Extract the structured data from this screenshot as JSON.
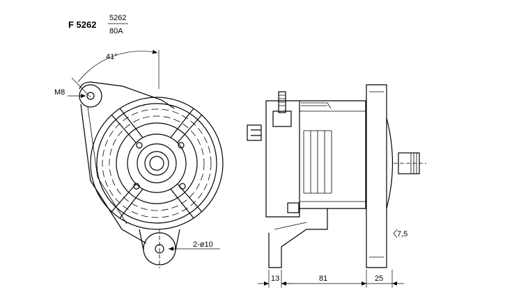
{
  "header": {
    "part_number": "F 5262",
    "fraction_top": "5262",
    "fraction_bottom": "80A"
  },
  "front_view": {
    "angle_label": "41°",
    "thread_label": "M8",
    "hole_label": "2-ø10"
  },
  "side_view": {
    "dim_left": "13",
    "dim_mid": "81",
    "dim_right": "25",
    "dim_offset": "7,5"
  }
}
